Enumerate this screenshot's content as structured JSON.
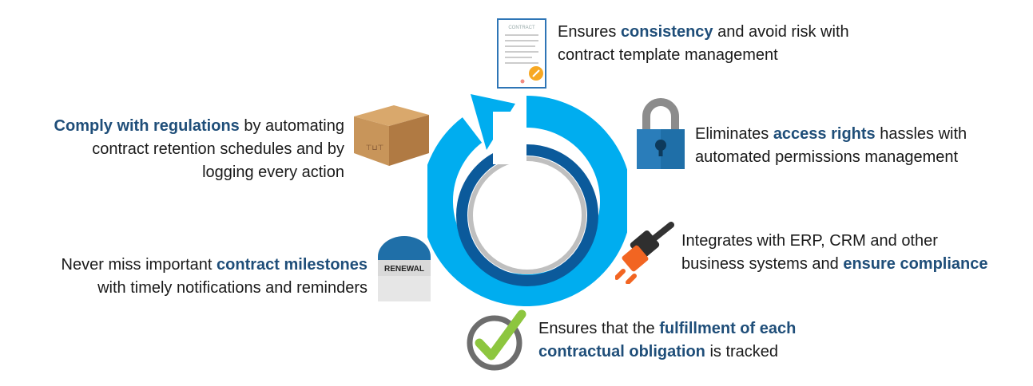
{
  "items": {
    "template": {
      "icon": "contract-document-icon",
      "doc_label": "CONTRACT",
      "line1": [
        "Ensures ",
        "consistency",
        " and avoid risk with"
      ],
      "line2": "contract template management"
    },
    "access": {
      "icon": "padlock-icon",
      "line1": [
        "Eliminates ",
        "access rights",
        " hassles with"
      ],
      "line2": "automated permissions management"
    },
    "integrate": {
      "icon": "power-plug-icon",
      "line1": "Integrates with ERP, CRM and other",
      "line2": [
        "business systems and ",
        "ensure compliance"
      ]
    },
    "obligation": {
      "icon": "checkmark-circle-icon",
      "line1": [
        "Ensures that the ",
        "fulfillment of each"
      ],
      "line2": [
        "contractual obligation",
        " is tracked"
      ]
    },
    "milestones": {
      "icon": "renewal-mailbox-icon",
      "badge": "RENEWAL",
      "line1": [
        "Never miss important ",
        "contract milestones"
      ],
      "line2": "with timely notifications and reminders"
    },
    "regulations": {
      "icon": "archive-box-icon",
      "box_label": "⊤⊔⊤",
      "line1": [
        "Comply with regulations",
        " by automating"
      ],
      "line2": "contract retention schedules and by",
      "line3": "logging every action"
    }
  },
  "colors": {
    "emphasis": "#1f4e79",
    "outer_ring": "#00adef",
    "inner_ring": "#0b5a9b",
    "inner_gray": "#bfbfbf",
    "plug": "#f26522",
    "check": "#8dc63f",
    "box": "#c8955a",
    "padlock": "#1f6fa8"
  }
}
